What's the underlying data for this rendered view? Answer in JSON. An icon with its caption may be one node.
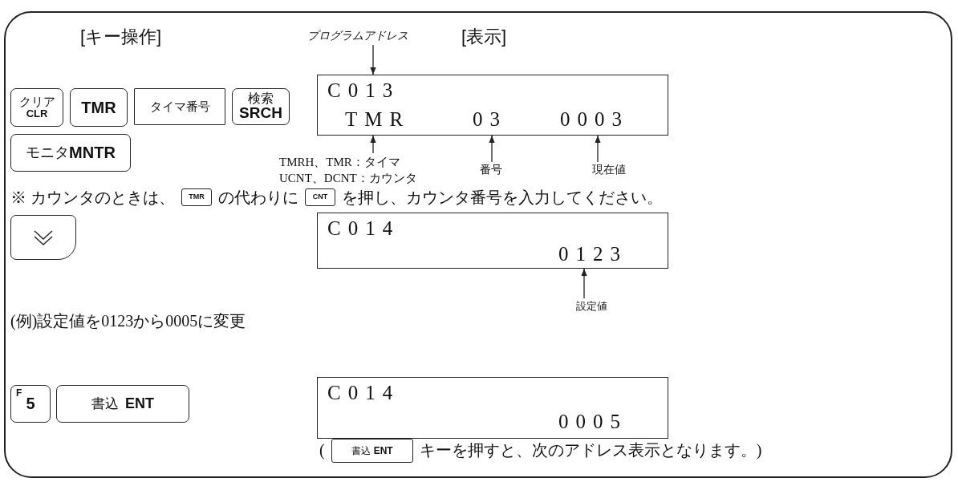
{
  "diagram": {
    "nodes": [
      {
        "text": [
          "クリア",
          "CLR"
        ]
      },
      {
        "text": [
          "TMR"
        ]
      },
      {
        "text": [
          "タイマ番号"
        ]
      },
      {
        "text": [
          "検索",
          "SRCH"
        ]
      },
      {
        "text": [
          "モニタ",
          "MNTR"
        ]
      },
      {
        "text": [
          "プログラムアドレス"
        ]
      },
      {
        "text": [
          "C013",
          "TMR",
          "03",
          "0003"
        ]
      },
      {
        "text": [
          "TMRH、TMR：タイマ",
          "UCNT、DCNT：カウンタ"
        ]
      },
      {
        "text": [
          "番号"
        ]
      },
      {
        "text": [
          "現在値"
        ]
      },
      {
        "text": [
          "TMR"
        ]
      },
      {
        "text": [
          "CNT"
        ]
      },
      {
        "text": [],
        "shape": "box"
      },
      {
        "text": [
          "C014",
          "0123"
        ]
      },
      {
        "text": [
          "設定値"
        ]
      },
      {
        "text": [
          "F",
          "5"
        ]
      },
      {
        "text": [
          "書込",
          "ENT"
        ]
      },
      {
        "text": [
          "C014",
          "0005"
        ]
      },
      {
        "text": [
          "書込",
          "ENT"
        ]
      }
    ],
    "edges": [
      {
        "from": 5,
        "to": 6,
        "arrow": "to"
      },
      {
        "from": 7,
        "to": 6,
        "arrow": "to"
      },
      {
        "from": 8,
        "to": 6,
        "arrow": "to"
      },
      {
        "from": 9,
        "to": 6,
        "arrow": "to"
      },
      {
        "from": 14,
        "to": 13,
        "arrow": "to"
      }
    ],
    "labels": [
      "[キー操作]",
      "[表示]",
      "※ カウンタのときは、",
      "の代わりに",
      "を押し、カウンタ番号を入力してください。",
      "(例)設定値を0123から0005に変更",
      "(",
      "キーを押すと、次のアドレス表示となります。)"
    ]
  }
}
